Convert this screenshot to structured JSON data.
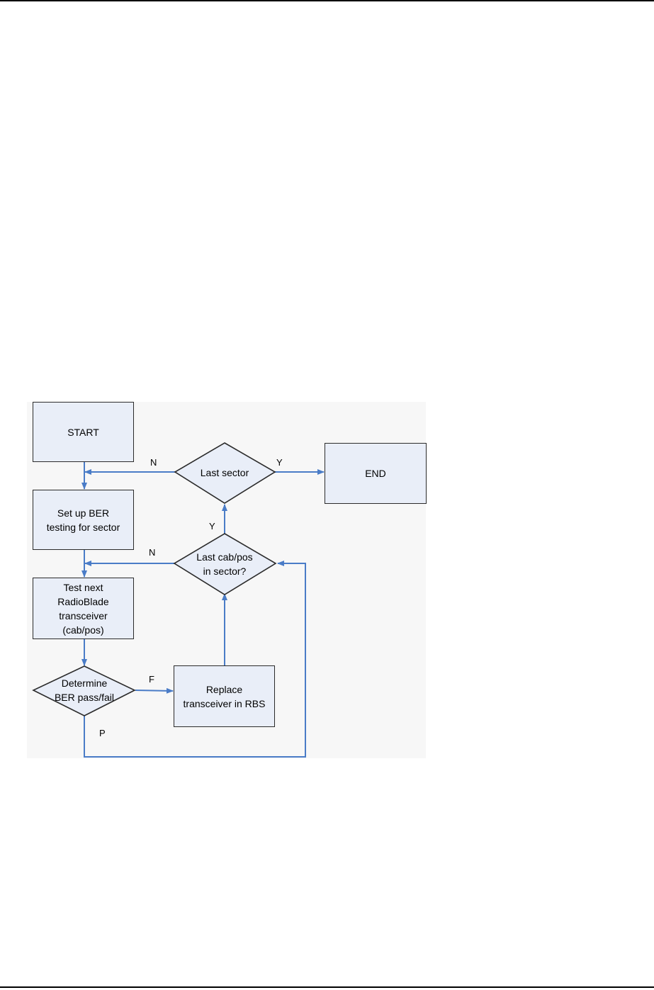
{
  "flowchart": {
    "nodes": {
      "start": "START",
      "end": "END",
      "setup": "Set up BER\ntesting for sector",
      "test_next": "Test next\nRadioBlade\ntransceiver\n(cab/pos)",
      "replace": "Replace\ntransceiver in RBS",
      "last_sector": "Last sector",
      "last_cabpos": "Last cab/pos\nin sector?",
      "determine": "Determine\nBER pass/fail"
    },
    "edge_labels": {
      "last_sector_no": "N",
      "last_sector_yes": "Y",
      "last_cabpos_no": "N",
      "last_cabpos_yes": "Y",
      "fail": "F",
      "pass": "P"
    },
    "colors": {
      "arrow": "#4a7cc7",
      "box_fill": "#e9eef8",
      "border": "#2b2b2b"
    }
  }
}
